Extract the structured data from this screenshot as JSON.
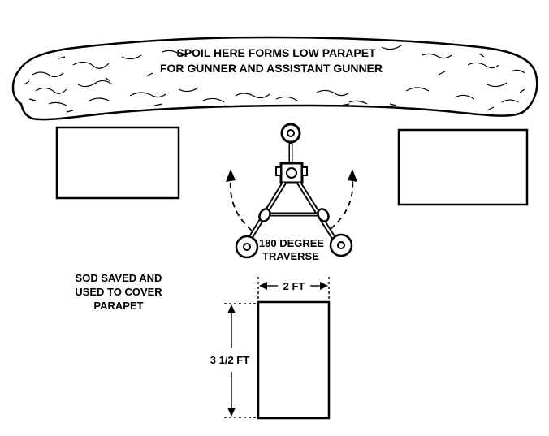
{
  "labels": {
    "spoil_line1": "SPOIL HERE FORMS LOW PARAPET",
    "spoil_line2": "FOR GUNNER AND ASSISTANT GUNNER",
    "traverse_line1": "180 DEGREE",
    "traverse_line2": "TRAVERSE",
    "sod_line1": "SOD SAVED AND",
    "sod_line2": "USED TO COVER",
    "sod_line3": "PARAPET",
    "width_dimension": "2 FT",
    "length_dimension": "3 1/2 FT"
  },
  "colors": {
    "ink": "#000000",
    "paper": "#ffffff"
  }
}
